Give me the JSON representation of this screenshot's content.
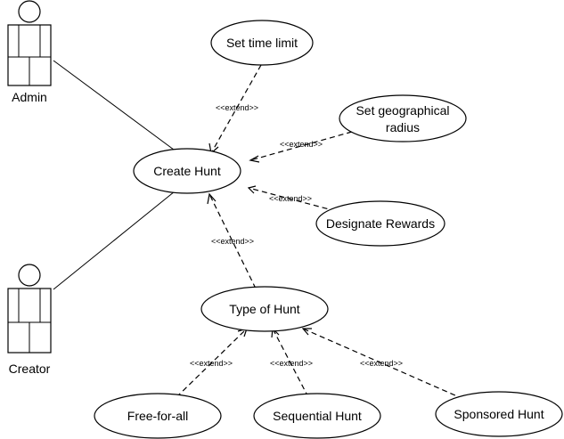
{
  "actors": {
    "admin": "Admin",
    "creator": "Creator"
  },
  "use_cases": {
    "set_time_limit": "Set time limit",
    "set_geo_radius_line1": "Set geographical",
    "set_geo_radius_line2": "radius",
    "create_hunt": "Create Hunt",
    "designate_rewards": "Designate Rewards",
    "type_of_hunt": "Type of Hunt",
    "free_for_all": "Free-for-all",
    "sequential_hunt": "Sequential Hunt",
    "sponsored_hunt": "Sponsored Hunt"
  },
  "relations": {
    "extend": "<<extend>>"
  }
}
